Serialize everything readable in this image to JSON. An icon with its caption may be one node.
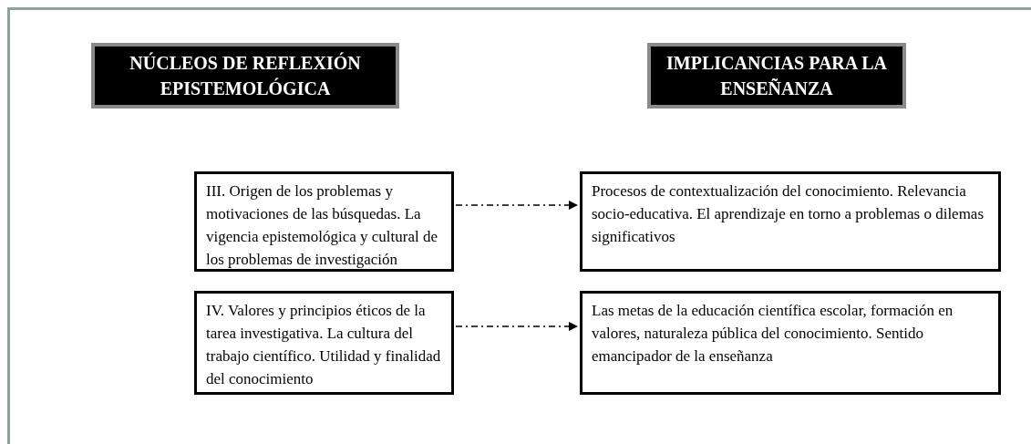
{
  "diagram": {
    "nodes": [
      {
        "text": [
          "NÚCLEOS DE REFLEXIÓN EPISTEMOLÓGICA"
        ]
      },
      {
        "text": [
          "IMPLICANCIAS PARA LA ENSEÑANZA"
        ]
      },
      {
        "text": [
          "III. Origen de los problemas y motivaciones de las búsquedas. La vigencia epistemológica y cultural de los problemas de investigación"
        ]
      },
      {
        "text": [
          "Procesos de contextualización del conocimiento. Relevancia socio-educativa. El aprendizaje en torno a problemas o dilemas significativos"
        ]
      },
      {
        "text": [
          "IV. Valores y principios éticos de la tarea investigativa. La cultura del trabajo científico. Utilidad y finalidad del conocimiento"
        ]
      },
      {
        "text": [
          "Las metas de la educación científica escolar, formación en valores, naturaleza pública del conocimiento. Sentido emancipador de la enseñanza"
        ]
      }
    ],
    "edges": [
      {
        "from": 2,
        "to": 3,
        "arrow": "to",
        "style": "dashed"
      },
      {
        "from": 4,
        "to": 5,
        "arrow": "to",
        "style": "dashed"
      }
    ]
  }
}
